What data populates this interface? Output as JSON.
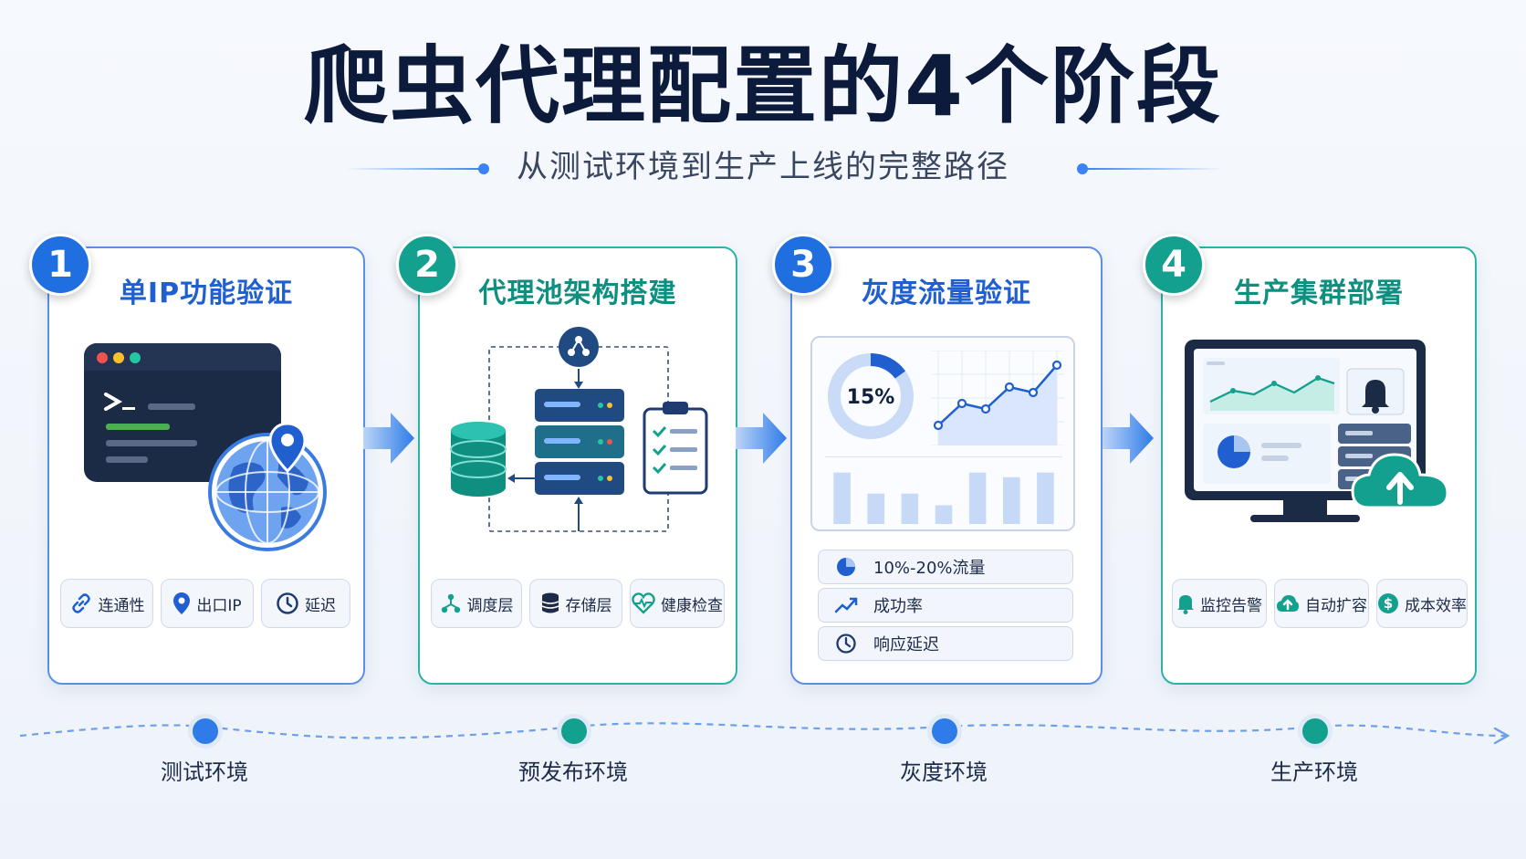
{
  "title": "爬虫代理配置的4个阶段",
  "subtitle": "从测试环境到生产上线的完整路径",
  "colors": {
    "blue": "#1f6fe0",
    "teal": "#13a08f",
    "dark_navy": "#0c1a3b"
  },
  "stages": [
    {
      "number": "1",
      "title": "单IP功能验证",
      "chips": [
        {
          "label": "连通性",
          "icon": "link-icon"
        },
        {
          "label": "出口IP",
          "icon": "location-pin-icon"
        },
        {
          "label": "延迟",
          "icon": "clock-icon"
        }
      ],
      "illustration": [
        "terminal-window-icon",
        "globe-icon",
        "location-pin-icon"
      ]
    },
    {
      "number": "2",
      "title": "代理池架构搭建",
      "chips": [
        {
          "label": "调度层",
          "icon": "network-icon"
        },
        {
          "label": "存储层",
          "icon": "database-icon"
        },
        {
          "label": "健康检查",
          "icon": "heartbeat-icon"
        }
      ],
      "illustration": [
        "network-hub-icon",
        "database-icon",
        "server-rack-icon",
        "checklist-clipboard-icon"
      ]
    },
    {
      "number": "3",
      "title": "灰度流量验证",
      "donut_label": "15%",
      "donut_value": 15,
      "line_values": [
        1,
        3,
        2.5,
        4.5,
        4,
        6.5
      ],
      "bar_values": [
        2.2,
        1.3,
        1.3,
        0.8,
        2.2,
        2,
        2.2
      ],
      "rows": [
        {
          "label": "10%-20%流量",
          "icon": "pie-chart-icon"
        },
        {
          "label": "成功率",
          "icon": "trend-up-icon"
        },
        {
          "label": "响应延迟",
          "icon": "clock-icon"
        }
      ]
    },
    {
      "number": "4",
      "title": "生产集群部署",
      "chips": [
        {
          "label": "监控告警",
          "icon": "bell-icon"
        },
        {
          "label": "自动扩容",
          "icon": "cloud-upload-icon"
        },
        {
          "label": "成本效率",
          "icon": "dollar-icon"
        }
      ],
      "illustration": [
        "monitor-dashboard-icon",
        "bell-icon",
        "server-rack-icon",
        "cloud-upload-icon"
      ]
    }
  ],
  "timeline": [
    "测试环境",
    "预发布环境",
    "灰度环境",
    "生产环境"
  ]
}
